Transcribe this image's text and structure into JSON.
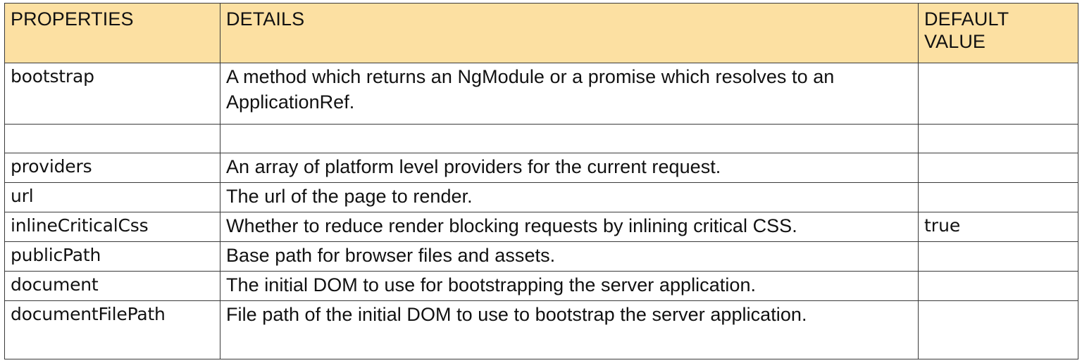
{
  "table": {
    "columns": [
      {
        "key": "properties",
        "label": "PROPERTIES"
      },
      {
        "key": "details",
        "label": "DETAILS"
      },
      {
        "key": "default_value",
        "label": "DEFAULT\nVALUE"
      }
    ],
    "header": {
      "properties": "PROPERTIES",
      "details": "DETAILS",
      "default_value_line1": "DEFAULT",
      "default_value_line2": "VALUE"
    },
    "header_bg_color": "#FCE0A2",
    "border_color": "#3a3a3a",
    "text_color": "#111111",
    "rows": [
      {
        "properties": "bootstrap",
        "details": "A method which returns an NgModule or a promise which resolves to an ApplicationRef.",
        "default_value": ""
      },
      {
        "properties": "",
        "details": "",
        "default_value": ""
      },
      {
        "properties": "providers",
        "details": "An array of platform level providers for the current request.",
        "default_value": ""
      },
      {
        "properties": "url",
        "details": "The url of the page to render.",
        "default_value": ""
      },
      {
        "properties": "inlineCriticalCss",
        "details": "Whether to reduce render blocking requests by inlining critical CSS.",
        "default_value": "true"
      },
      {
        "properties": "publicPath",
        "details": "Base path for browser files and assets.",
        "default_value": ""
      },
      {
        "properties": "document",
        "details": "The initial DOM to use for bootstrapping the server application.",
        "default_value": ""
      },
      {
        "properties": "documentFilePath",
        "details": "File path of the initial DOM to use to bootstrap the server application.",
        "default_value": ""
      }
    ]
  }
}
